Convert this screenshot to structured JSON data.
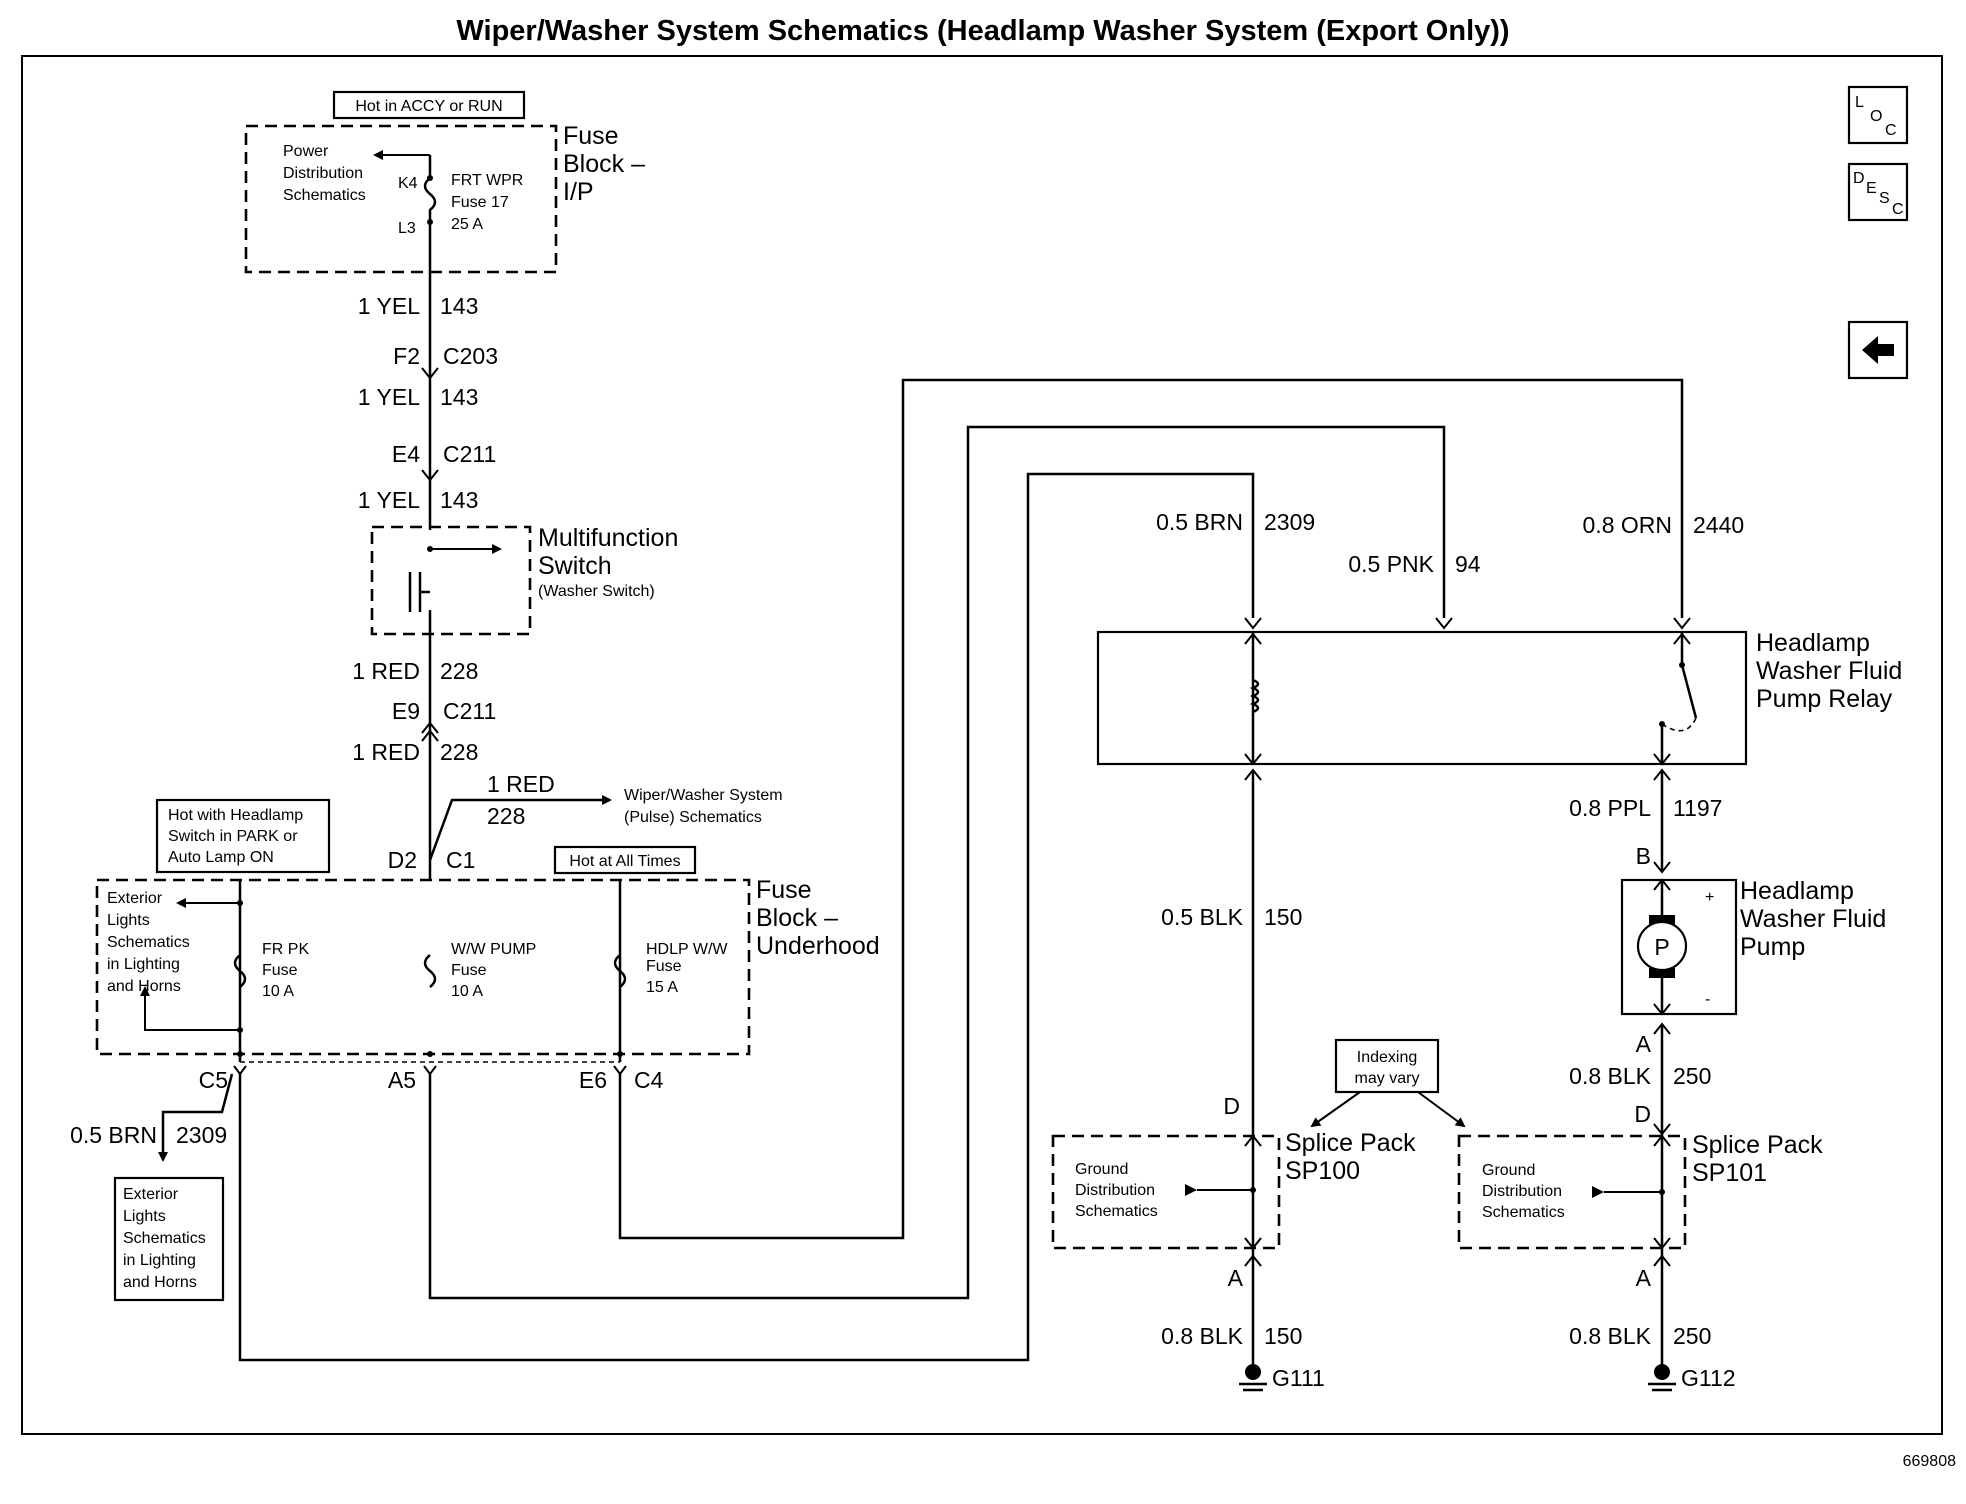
{
  "title": "Wiper/Washer System Schematics (Headlamp Washer System (Export Only))",
  "figure_id": "669808",
  "nav": {
    "loc": [
      "L",
      "O",
      "C"
    ],
    "desc": [
      "D",
      "E",
      "S",
      "C"
    ],
    "back_icon": "left-arrow-icon"
  },
  "fuse_block_ip": {
    "hot_label": "Hot in ACCY or RUN",
    "name": [
      "Fuse",
      "Block –",
      "I/P"
    ],
    "power_ref": [
      "Power",
      "Distribution",
      "Schematics"
    ],
    "pin_top": "K4",
    "pin_bottom": "L3",
    "fuse": [
      "FRT WPR",
      "Fuse 17",
      "25 A"
    ]
  },
  "upper_wires": [
    {
      "color": "1 YEL",
      "circuit": "143"
    },
    {
      "pin": "F2",
      "connector": "C203"
    },
    {
      "color": "1 YEL",
      "circuit": "143"
    },
    {
      "pin": "E4",
      "connector": "C211"
    },
    {
      "color": "1 YEL",
      "circuit": "143"
    }
  ],
  "multifunction_switch": {
    "name": [
      "Multifunction",
      "Switch"
    ],
    "sub": "(Washer Switch)"
  },
  "lower_wires": [
    {
      "color": "1 RED",
      "circuit": "228"
    },
    {
      "pin": "E9",
      "connector": "C211"
    },
    {
      "color": "1 RED",
      "circuit": "228"
    }
  ],
  "branch": {
    "color": "1 RED",
    "circuit": "228",
    "ref": [
      "Wiper/Washer System",
      "(Pulse) Schematics"
    ],
    "pin_d2": "D2",
    "pin_c1": "C1"
  },
  "fuse_block_underhood": {
    "name": [
      "Fuse",
      "Block –",
      "Underhood"
    ],
    "hot_headlamp": [
      "Hot with Headlamp",
      "Switch in PARK or",
      "Auto Lamp ON"
    ],
    "hot_all": "Hot at All Times",
    "ext_ref": [
      "Exterior",
      "Lights",
      "Schematics",
      "in Lighting",
      "and Horns"
    ],
    "fuses": [
      [
        "FR PK",
        "Fuse",
        "10 A"
      ],
      [
        "W/W PUMP",
        "Fuse",
        "10 A"
      ],
      [
        "HDLP W/W",
        "Fuse",
        "15 A"
      ]
    ],
    "pins": [
      "C5",
      "A5",
      "E6",
      "C4"
    ]
  },
  "left_bottom": {
    "color": "0.5 BRN",
    "circuit": "2309",
    "ref": [
      "Exterior",
      "Lights",
      "Schematics",
      "in Lighting",
      "and Horns"
    ]
  },
  "relay": {
    "name": [
      "Headlamp",
      "Washer Fluid",
      "Pump Relay"
    ],
    "top_wires": [
      {
        "color": "0.5 BRN",
        "circuit": "2309"
      },
      {
        "color": "0.5 PNK",
        "circuit": "94"
      },
      {
        "color": "0.8 ORN",
        "circuit": "2440"
      }
    ]
  },
  "pump": {
    "name": [
      "Headlamp",
      "Washer Fluid",
      "Pump"
    ],
    "wire_in": {
      "color": "0.8 PPL",
      "circuit": "1197"
    },
    "pin_b": "B",
    "pin_a": "A",
    "symbol": "P",
    "plus": "+",
    "minus": "-"
  },
  "left_ground": {
    "wire": {
      "color": "0.5 BLK",
      "circuit": "150"
    },
    "pin_d": "D",
    "pin_a": "A",
    "splice": [
      "Splice Pack",
      "SP100"
    ],
    "ground_ref": [
      "Ground",
      "Distribution",
      "Schematics"
    ],
    "out": {
      "color": "0.8 BLK",
      "circuit": "150"
    },
    "ground": "G111"
  },
  "right_ground": {
    "wire": {
      "color": "0.8 BLK",
      "circuit": "250"
    },
    "pin_d": "D",
    "pin_a": "A",
    "splice": [
      "Splice Pack",
      "SP101"
    ],
    "ground_ref": [
      "Ground",
      "Distribution",
      "Schematics"
    ],
    "out": {
      "color": "0.8 BLK",
      "circuit": "250"
    },
    "ground": "G112"
  },
  "indexing": [
    "Indexing",
    "may vary"
  ]
}
